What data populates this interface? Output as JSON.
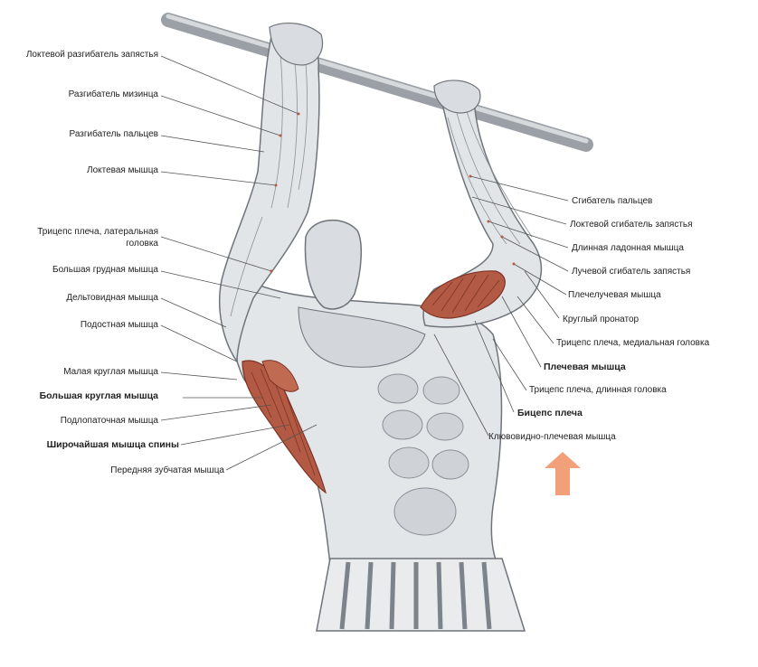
{
  "left_labels": [
    {
      "text": "Локтевой разгибатель запястья",
      "bold": false
    },
    {
      "text": "Разгибатель мизинца",
      "bold": false
    },
    {
      "text": "Разгибатель пальцев",
      "bold": false
    },
    {
      "text": "Локтевая мышца",
      "bold": false
    },
    {
      "text": "Трицепс плеча, латеральная головка",
      "bold": false
    },
    {
      "text": "Большая грудная мышца",
      "bold": false
    },
    {
      "text": "Дельтовидная мышца",
      "bold": false
    },
    {
      "text": "Подостная мышца",
      "bold": false
    },
    {
      "text": "Малая круглая мышца",
      "bold": false
    },
    {
      "text": "Большая круглая мышца",
      "bold": true
    },
    {
      "text": "Подлопаточная мышца",
      "bold": false
    },
    {
      "text": "Широчайшая мышца спины",
      "bold": true
    },
    {
      "text": "Передняя зубчатая мышца",
      "bold": false
    }
  ],
  "right_labels": [
    {
      "text": "Сгибатель пальцев",
      "bold": false
    },
    {
      "text": "Локтевой сгибатель запястья",
      "bold": false
    },
    {
      "text": "Длинная ладонная мышца",
      "bold": false
    },
    {
      "text": "Лучевой сгибатель запястья",
      "bold": false
    },
    {
      "text": "Плечелучевая мышца",
      "bold": false
    },
    {
      "text": "Круглый пронатор",
      "bold": false
    },
    {
      "text": "Трицепс плеча, медиальная головка",
      "bold": false
    },
    {
      "text": "Плечевая мышца",
      "bold": true
    },
    {
      "text": "Трицепс плеча, длинная головка",
      "bold": false
    },
    {
      "text": "Бицепс плеча",
      "bold": true
    },
    {
      "text": "Клювовидно-плечевая мышца",
      "bold": false
    }
  ],
  "colors": {
    "skin": "#e6e8ea",
    "shade": "#b9bec4",
    "line": "#6e747b",
    "muscle": "#b35a44",
    "muscle_dark": "#7d3325",
    "arrow": "#f2a07a",
    "leader": "#555555"
  },
  "icons": {
    "direction": "up-arrow-icon"
  }
}
